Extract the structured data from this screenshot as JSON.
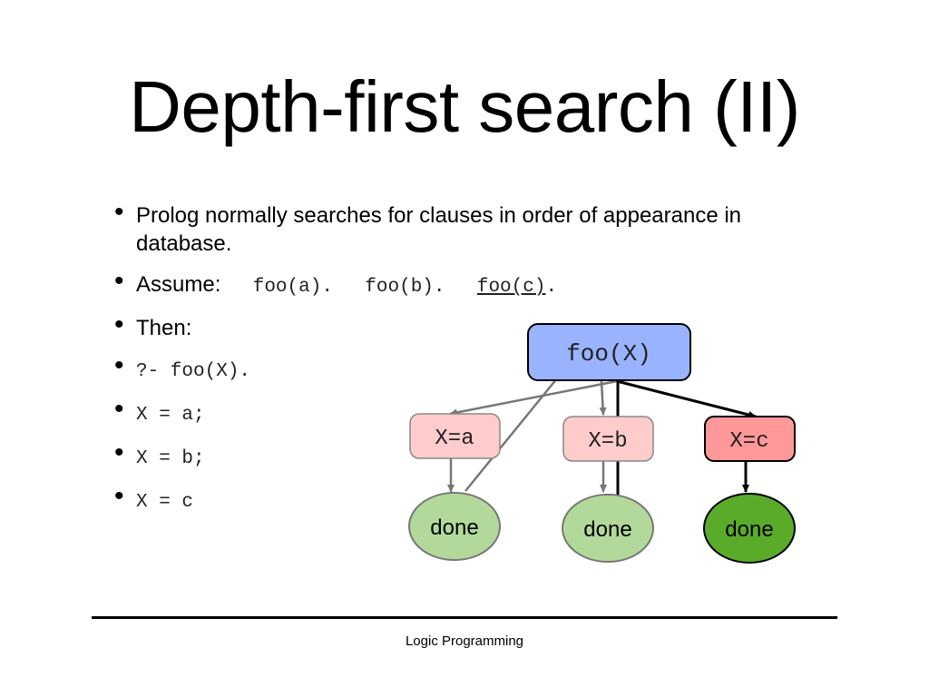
{
  "slide": {
    "title": "Depth-first search (II)",
    "footer": "Logic Programming"
  },
  "bullets": {
    "b1": "Prolog normally searches for clauses in order of appearance in database.",
    "b2_label": "Assume:",
    "b2_code1": "foo(a).",
    "b2_code2": "foo(b).",
    "b2_code3": "foo(c)",
    "b2_code3_end": ".",
    "b3": "Then:",
    "b4": "?- foo(X).",
    "b5": "X = a;",
    "b6": "X = b;",
    "b7": "X = c"
  },
  "tree": {
    "root": "foo(X)",
    "child_a": "X=a",
    "child_b": "X=b",
    "child_c": "X=c",
    "leaf_a": "done",
    "leaf_b": "done",
    "leaf_c": "done",
    "colors": {
      "root_fill": "#99b3ff",
      "child_fill": "#ffcccc",
      "child_c_fill": "#ff9999",
      "leaf_fill": "#b3d99a",
      "leaf_c_fill": "#5aab2a",
      "gray_arrow": "#777777",
      "black_arrow": "#000000"
    }
  }
}
